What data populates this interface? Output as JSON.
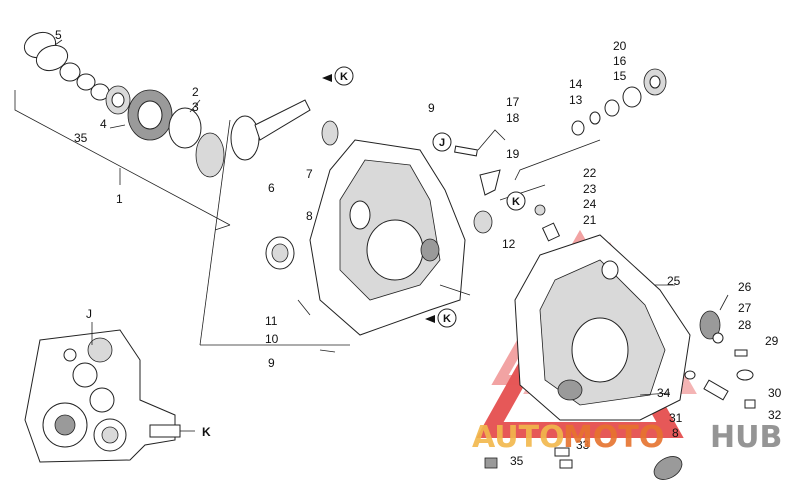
{
  "diagram": {
    "callouts": [
      {
        "key": "c5",
        "text": "5"
      },
      {
        "key": "c2",
        "text": "2"
      },
      {
        "key": "c3",
        "text": "3"
      },
      {
        "key": "c4",
        "text": "4"
      },
      {
        "key": "c35a",
        "text": "35"
      },
      {
        "key": "c1",
        "text": "1"
      },
      {
        "key": "c9a",
        "text": "9"
      },
      {
        "key": "c7",
        "text": "7"
      },
      {
        "key": "c6",
        "text": "6"
      },
      {
        "key": "c8a",
        "text": "8"
      },
      {
        "key": "c11",
        "text": "11"
      },
      {
        "key": "c10",
        "text": "10"
      },
      {
        "key": "c9b",
        "text": "9"
      },
      {
        "key": "c17",
        "text": "17"
      },
      {
        "key": "c18",
        "text": "18"
      },
      {
        "key": "c19",
        "text": "19"
      },
      {
        "key": "c12",
        "text": "12"
      },
      {
        "key": "c20",
        "text": "20"
      },
      {
        "key": "c16",
        "text": "16"
      },
      {
        "key": "c15",
        "text": "15"
      },
      {
        "key": "c14",
        "text": "14"
      },
      {
        "key": "c13",
        "text": "13"
      },
      {
        "key": "c22",
        "text": "22"
      },
      {
        "key": "c23",
        "text": "23"
      },
      {
        "key": "c24",
        "text": "24"
      },
      {
        "key": "c21",
        "text": "21"
      },
      {
        "key": "c25",
        "text": "25"
      },
      {
        "key": "c26",
        "text": "26"
      },
      {
        "key": "c27",
        "text": "27"
      },
      {
        "key": "c28",
        "text": "28"
      },
      {
        "key": "c29",
        "text": "29"
      },
      {
        "key": "c30",
        "text": "30"
      },
      {
        "key": "c34",
        "text": "34"
      },
      {
        "key": "c31",
        "text": "31"
      },
      {
        "key": "c32",
        "text": "32"
      },
      {
        "key": "c8b",
        "text": "8"
      },
      {
        "key": "c33",
        "text": "33"
      },
      {
        "key": "c35b",
        "text": "35"
      },
      {
        "key": "cJ",
        "text": "J"
      },
      {
        "key": "cK",
        "text": "K"
      }
    ],
    "ref_markers": {
      "k": "K",
      "j": "J"
    },
    "watermark": {
      "part1": "AUTO",
      "part2": "MOTO",
      "part3": "HUB"
    }
  }
}
